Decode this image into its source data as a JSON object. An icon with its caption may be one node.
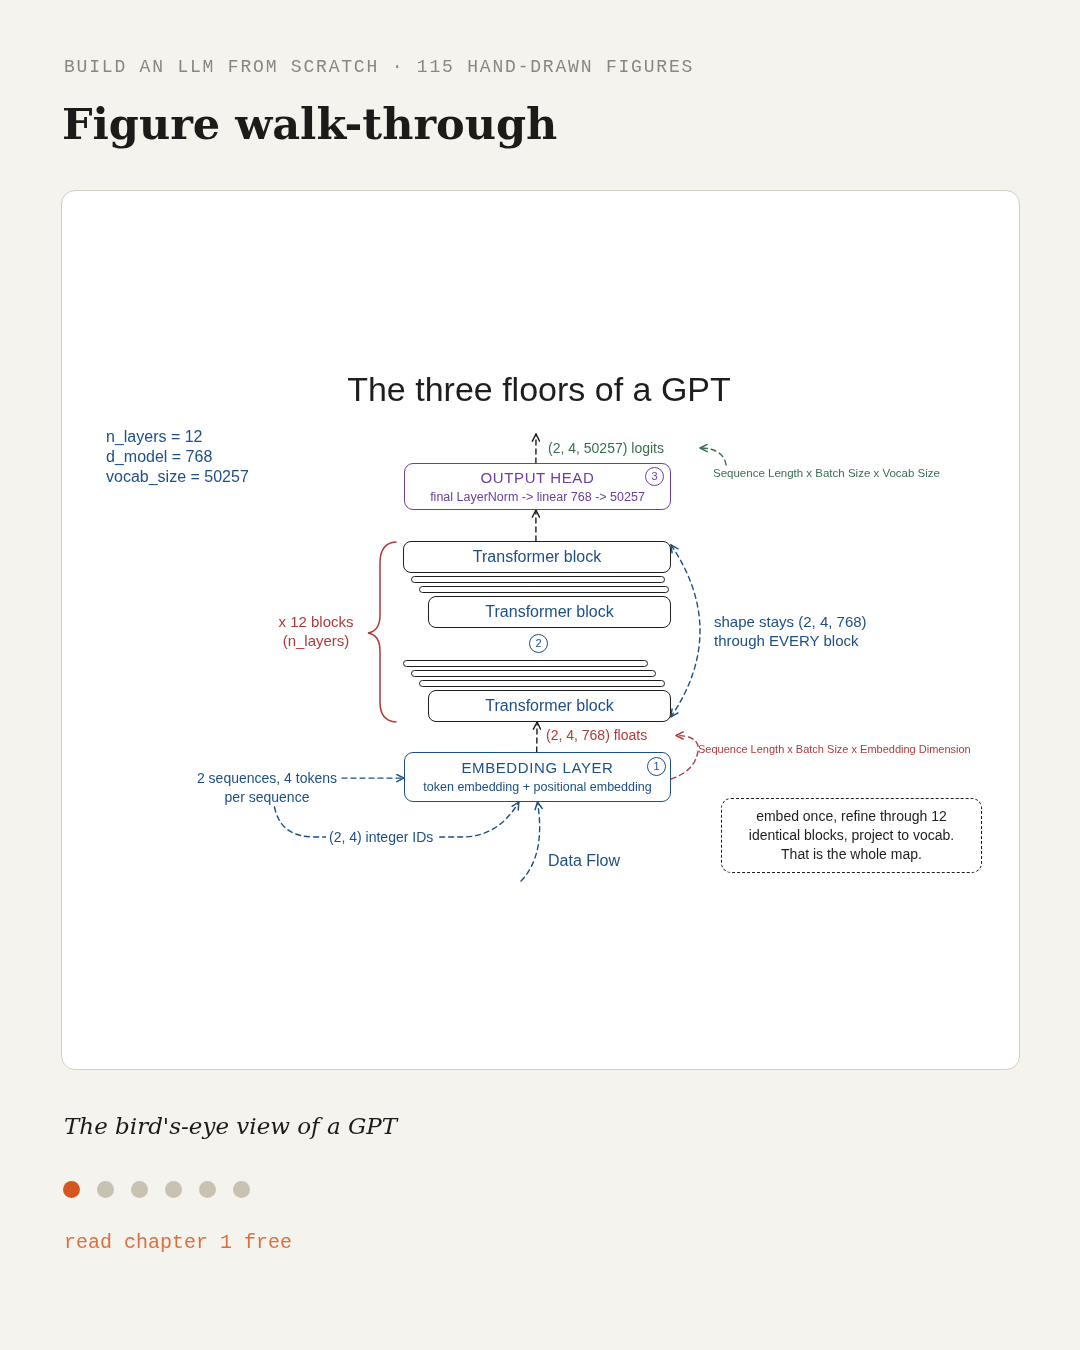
{
  "diagram": {
    "title": "Figure walk-through",
    "caption": "The bird's-eye view of a GPT",
    "nodes": [
      {
        "text": [
          "Sequence Length x Batch Size x Vocab Size"
        ]
      },
      {
        "text": [
          "OUTPUT HEAD",
          "final LayerNorm -> linear 768 -> 50257"
        ]
      },
      {
        "text": [
          "3"
        ],
        "in": 1
      },
      {
        "text": [
          "Transformer block"
        ]
      },
      {
        "text": [],
        "shape": "box"
      },
      {
        "text": [],
        "shape": "box"
      },
      {
        "text": [
          "Transformer block"
        ]
      },
      {
        "text": [
          "2"
        ]
      },
      {
        "text": [],
        "shape": "box"
      },
      {
        "text": [],
        "shape": "box"
      },
      {
        "text": [],
        "shape": "box"
      },
      {
        "text": [
          "Transformer block"
        ]
      },
      {
        "text": [
          "(2, 4, 768) floats"
        ]
      },
      {
        "text": [
          "Sequence Length x Batch Size x Embedding Dimension"
        ]
      },
      {
        "text": [
          "2 sequences, 4 tokens per sequence"
        ]
      },
      {
        "text": [
          "EMBEDDING LAYER",
          "token embedding + positional embedding"
        ]
      },
      {
        "text": [
          "1"
        ],
        "in": 15
      },
      {
        "text": [
          "embed once, refine through 12 identical blocks, project to vocab. That is the whole map."
        ]
      }
    ],
    "edges": [
      {
        "from": 1,
        "to": null,
        "arrow": "to",
        "style": "dashed",
        "color": "#1e1e1e",
        "label": "(2, 4, 50257) logits"
      },
      {
        "from": 0,
        "to": null,
        "arrow": "to",
        "style": "dashed",
        "color": "#3b6e50"
      },
      {
        "from": 3,
        "to": 1,
        "arrow": "to",
        "style": "dashed",
        "color": "#1e1e1e"
      },
      {
        "from": 3,
        "to": 11,
        "arrow": "both",
        "style": "dashed",
        "label": "shape stays (2, 4, 768) through EVERY block"
      },
      {
        "from": 15,
        "to": 11,
        "arrow": "to",
        "style": "dashed",
        "color": "#1e1e1e"
      },
      {
        "from": 13,
        "to": 12,
        "arrow": "to",
        "style": "dashed",
        "color": "#b03a3a"
      },
      {
        "from": 13,
        "to": 15,
        "arrow": "none",
        "style": "dashed",
        "color": "#b03a3a"
      },
      {
        "from": 14,
        "to": 15,
        "arrow": "to",
        "style": "dashed"
      },
      {
        "from": 14,
        "to": 15,
        "arrow": "to",
        "style": "dashed",
        "label": "(2, 4) integer IDs"
      },
      {
        "from": null,
        "to": 15,
        "arrow": "to",
        "style": "dashed",
        "label": "Data Flow"
      }
    ],
    "labels": [
      "BUILD AN LLM FROM SCRATCH · 115 HAND-DRAWN FIGURES",
      "The three floors of a GPT",
      "n_layers = 12",
      "d_model = 768",
      "vocab_size = 50257",
      "x 12 blocks (n_layers)",
      "read chapter 1 free"
    ]
  }
}
